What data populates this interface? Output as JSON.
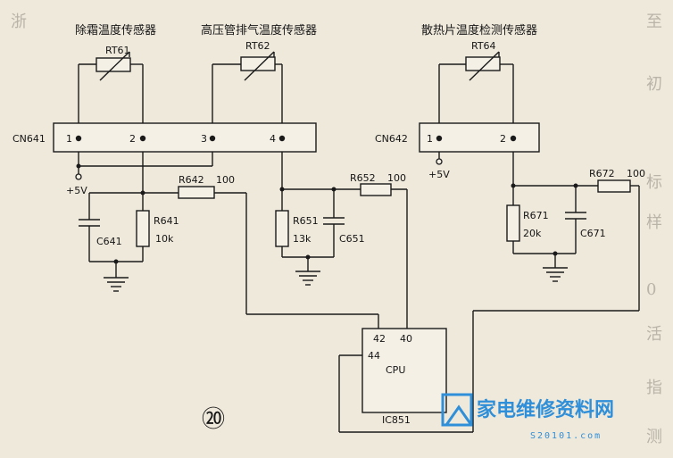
{
  "sensors": {
    "defrost_title": "除霜温度传感器",
    "discharge_title": "高压管排气温度传感器",
    "heatsink_title": "散热片温度检测传感器",
    "rt61": "RT61",
    "rt62": "RT62",
    "rt64": "RT64"
  },
  "connectors": {
    "cn641": "CN641",
    "cn642": "CN642",
    "pins": [
      "1",
      "2",
      "3",
      "4"
    ],
    "pins2": [
      "1",
      "2"
    ]
  },
  "supply": {
    "plus5v_a": "+5V",
    "plus5v_b": "+5V"
  },
  "resistors": {
    "r642": "R642",
    "r642_val": "100",
    "r641": "R641",
    "r641_val": "10k",
    "r652": "R652",
    "r652_val": "100",
    "r651": "R651",
    "r651_val": "13k",
    "r672": "R672",
    "r672_val": "100",
    "r671": "R671",
    "r671_val": "20k"
  },
  "capacitors": {
    "c641": "C641",
    "c651": "C651",
    "c671": "C671"
  },
  "cpu": {
    "label": "CPU",
    "ic": "IC851",
    "pin42": "42",
    "pin40": "40",
    "pin44": "44"
  },
  "figure_number": "⑳",
  "watermark": {
    "text": "家电维修资料网",
    "sub": "S20101.com"
  },
  "background_text": [
    "至",
    "标",
    "样",
    "初",
    "0",
    "浙",
    "活",
    "指",
    "测"
  ],
  "colors": {
    "ink": "#1a1a1a",
    "paper": "#efe9dc",
    "watermark": "#2f8fd8"
  }
}
